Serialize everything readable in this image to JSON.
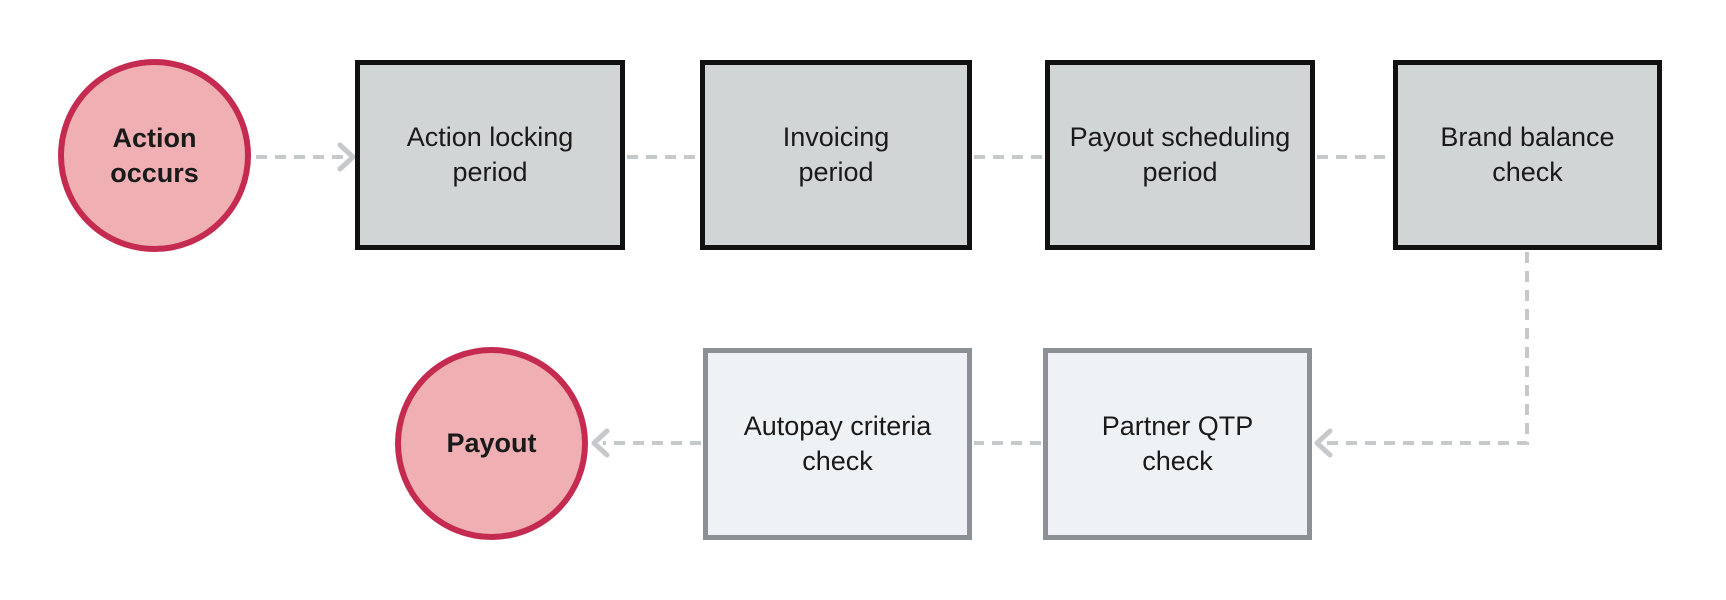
{
  "diagram": {
    "nodes": {
      "action_occurs": {
        "label": "Action\noccurs",
        "shape": "circle"
      },
      "action_locking": {
        "label": "Action locking\nperiod",
        "shape": "stage-box"
      },
      "invoicing": {
        "label": "Invoicing\nperiod",
        "shape": "stage-box"
      },
      "payout_scheduling": {
        "label": "Payout scheduling\nperiod",
        "shape": "stage-box"
      },
      "brand_balance": {
        "label": "Brand balance\ncheck",
        "shape": "stage-box"
      },
      "partner_qtp": {
        "label": "Partner QTP\ncheck",
        "shape": "check-box"
      },
      "autopay_criteria": {
        "label": "Autopay criteria\ncheck",
        "shape": "check-box"
      },
      "payout": {
        "label": "Payout",
        "shape": "circle"
      }
    },
    "edges": [
      {
        "from": "action_occurs",
        "to": "action_locking",
        "style": "dashed",
        "arrowhead": true
      },
      {
        "from": "action_locking",
        "to": "invoicing",
        "style": "dashed",
        "arrowhead": false
      },
      {
        "from": "invoicing",
        "to": "payout_scheduling",
        "style": "dashed",
        "arrowhead": false
      },
      {
        "from": "payout_scheduling",
        "to": "brand_balance",
        "style": "dashed",
        "arrowhead": false
      },
      {
        "from": "brand_balance",
        "to": "partner_qtp",
        "style": "dashed",
        "arrowhead": true
      },
      {
        "from": "partner_qtp",
        "to": "autopay_criteria",
        "style": "dashed",
        "arrowhead": false
      },
      {
        "from": "autopay_criteria",
        "to": "payout",
        "style": "dashed",
        "arrowhead": true
      }
    ],
    "colors": {
      "circle_fill": "#efafb3",
      "circle_border": "#c52b50",
      "stage_box_fill": "#d2d5d6",
      "stage_box_border": "#111111",
      "check_box_fill": "#eff2f5",
      "check_box_border": "#8b9197",
      "connector": "#c6c9cb",
      "text": "#1a1a1a",
      "background": "#ffffff"
    }
  }
}
